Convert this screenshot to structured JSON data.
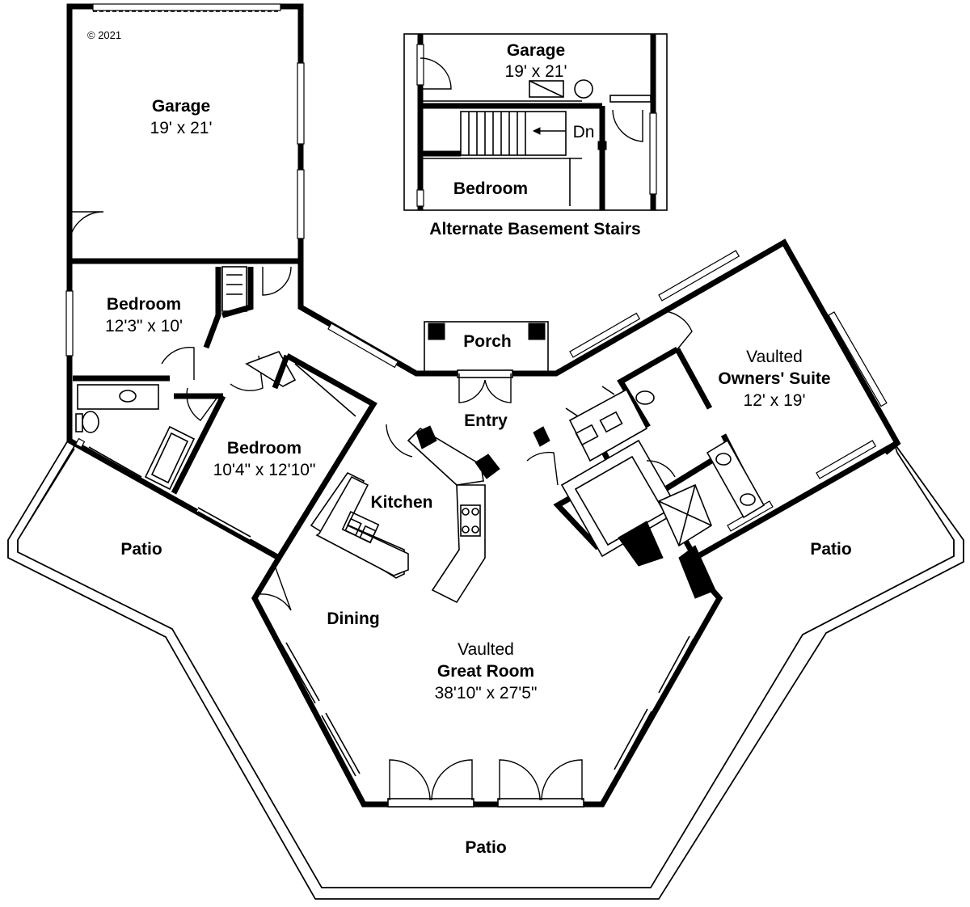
{
  "copyright": "© 2021",
  "rooms": {
    "garage": {
      "name": "Garage",
      "size": "19' x 21'"
    },
    "bedroom_1": {
      "name": "Bedroom",
      "size": "12'3\" x 10'"
    },
    "bedroom_2": {
      "name": "Bedroom",
      "size": "10'4\" x 12'10\""
    },
    "porch": {
      "name": "Porch"
    },
    "entry": {
      "name": "Entry"
    },
    "kitchen": {
      "name": "Kitchen"
    },
    "dining": {
      "name": "Dining"
    },
    "great_room": {
      "prefix": "Vaulted",
      "name": "Great Room",
      "size": "38'10\" x 27'5\""
    },
    "owners_suite": {
      "prefix": "Vaulted",
      "name": "Owners' Suite",
      "size": "12' x 19'"
    },
    "patio_left": {
      "name": "Patio"
    },
    "patio_right": {
      "name": "Patio"
    },
    "patio_bottom": {
      "name": "Patio"
    }
  },
  "inset": {
    "garage": {
      "name": "Garage",
      "size": "19' x 21'"
    },
    "stairs_label": "Dn",
    "bedroom": {
      "name": "Bedroom"
    },
    "caption": "Alternate Basement Stairs"
  }
}
